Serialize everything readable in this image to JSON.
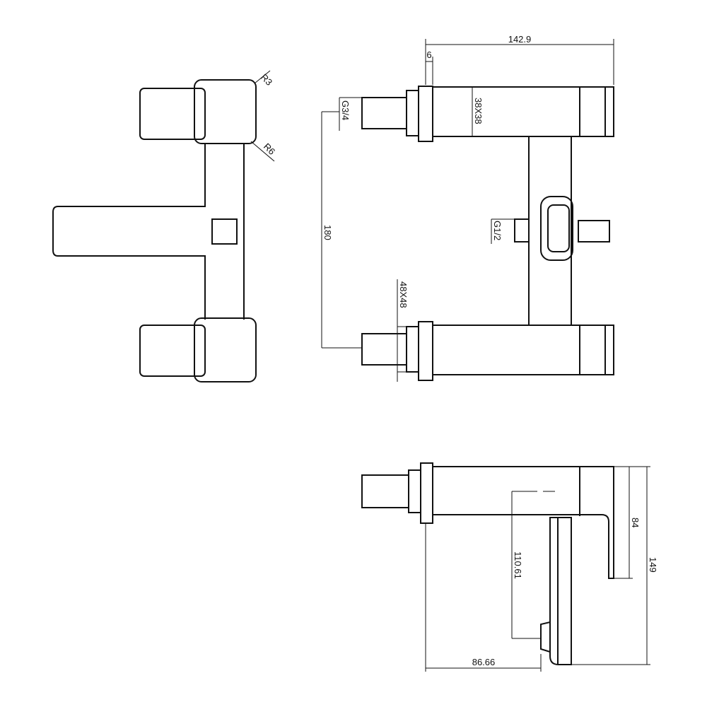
{
  "dimensions": {
    "overall_width": "142.9",
    "flange_thickness": "6",
    "body_section": "38X38",
    "inlet_thread": "G3/4",
    "centres": "180",
    "outlet_thread": "G1/2",
    "nut_size": "48X48",
    "radius_small": "R3",
    "radius_large": "R6",
    "lever_height": "84",
    "overall_height": "149",
    "outlet_height": "110.61",
    "outlet_projection": "86.66"
  },
  "colors": {
    "line": "#111111",
    "background": "#ffffff"
  }
}
